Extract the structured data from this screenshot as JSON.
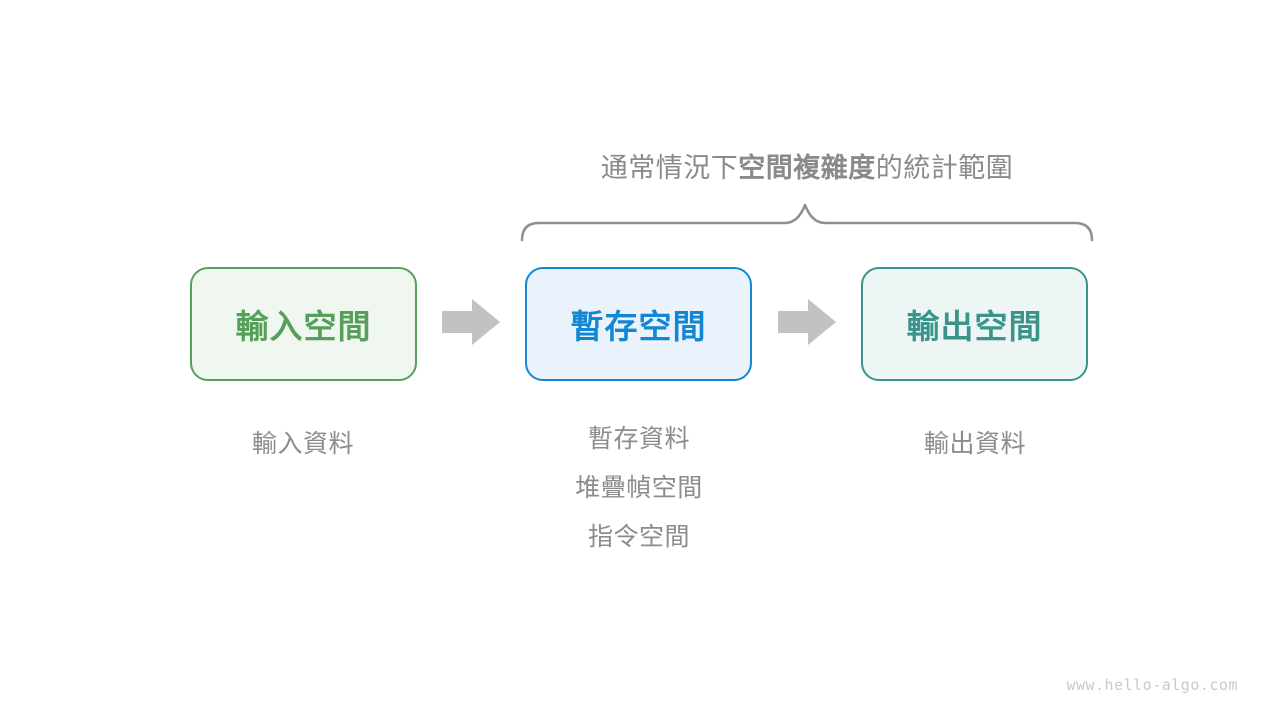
{
  "title": {
    "prefix": "通常情況下",
    "bold": "空間複雜度",
    "suffix": "的統計範圍",
    "color": "#8a8a8a"
  },
  "brace": {
    "color": "#8f8f8f",
    "meaning": "scope-indicator"
  },
  "boxes": [
    {
      "id": "input-space",
      "label": "輸入空間",
      "border": "#57a05a",
      "fill": "#f0f7f0",
      "text": "#57a05a"
    },
    {
      "id": "temp-space",
      "label": "暫存空間",
      "border": "#1487d4",
      "fill": "#eaf3fb",
      "text": "#1487d4"
    },
    {
      "id": "output-space",
      "label": "輸出空間",
      "border": "#3a948c",
      "fill": "#edf6f4",
      "text": "#3a948c"
    }
  ],
  "arrows": {
    "color": "#c2c2c2"
  },
  "sublabels": {
    "color": "#8c8c8c",
    "input": [
      "輸入資料"
    ],
    "temp": [
      "暫存資料",
      "堆疊幀空間",
      "指令空間"
    ],
    "output": [
      "輸出資料"
    ]
  },
  "watermark": {
    "text": "www.hello-algo.com",
    "color": "#c9c9c9"
  }
}
